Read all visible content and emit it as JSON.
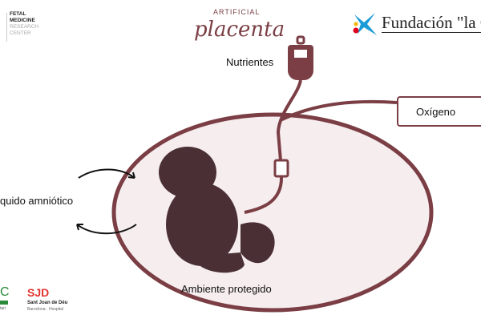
{
  "logos": {
    "fmrc": {
      "line1": "FETAL",
      "line2": "MEDICINE",
      "line3": "RESEARCH",
      "line4": "CENTER"
    },
    "artificial_placenta": {
      "top": "ARTIFICIAL",
      "script": "placenta"
    },
    "la_caixa": {
      "name": "Fundación \"la C"
    },
    "sjd": {
      "mark": "SJD",
      "line1": "Sant Joan de Déu",
      "line2": "Barcelona · Hospital"
    },
    "hc": {
      "mark": "C",
      "line": "tari"
    }
  },
  "diagram": {
    "nutrients": "Nutrientes",
    "oxygen": "Oxígeno",
    "amniotic": "quido amniótico",
    "environment": "Ambiente protegido"
  },
  "colors": {
    "accent": "#7a3e44",
    "ellipse_fill": "#f6edef"
  }
}
